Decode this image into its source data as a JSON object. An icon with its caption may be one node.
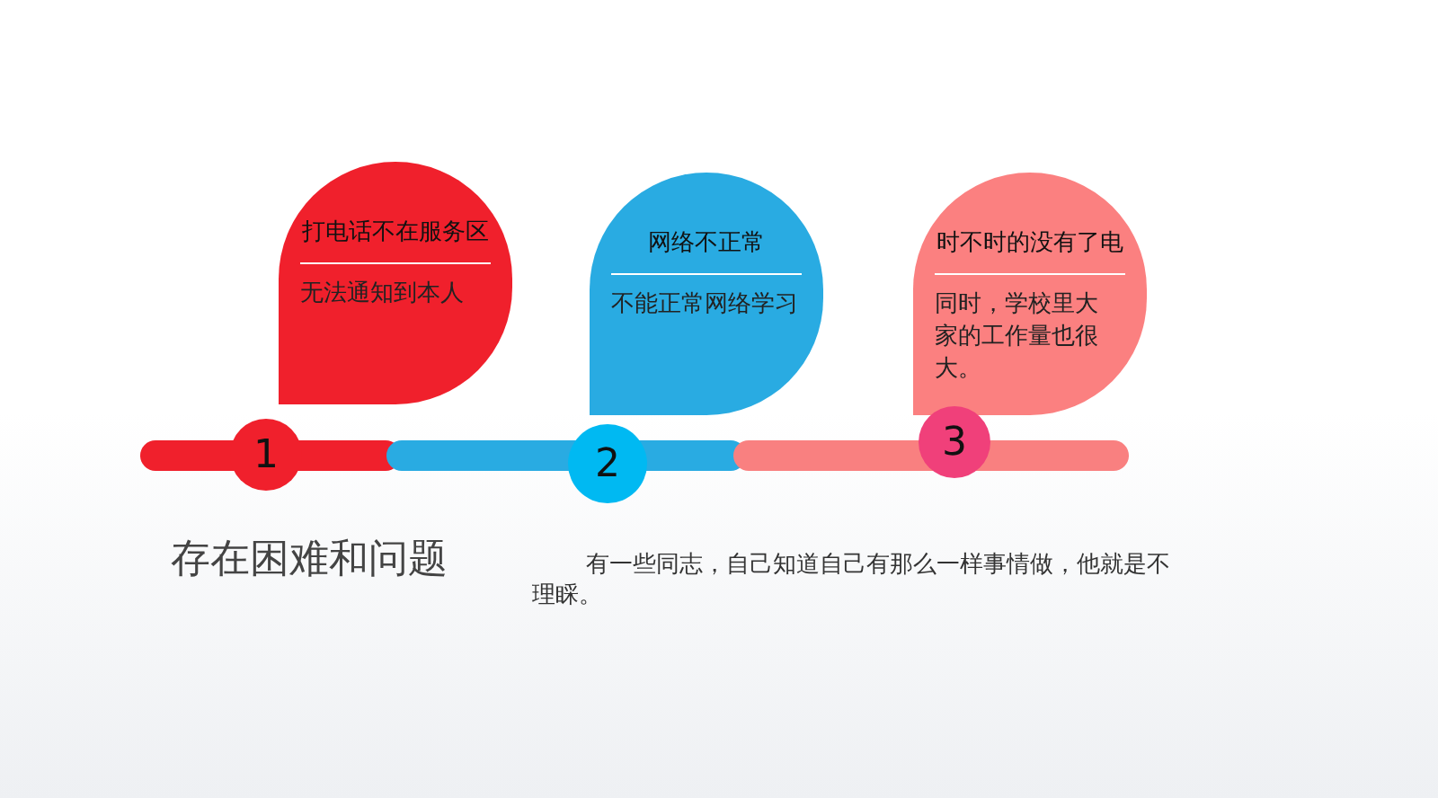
{
  "diagram": {
    "title": "存在困难和问题",
    "nodes": [
      {
        "text": [
          "打电话不在服务区",
          "无法通知到本人"
        ]
      },
      {
        "text": [
          "网络不正常",
          "不能正常网络学习"
        ]
      },
      {
        "text": [
          "时不时的没有了电",
          "同时，学校里大家的工作量也很大。"
        ]
      },
      {
        "text": [
          "1"
        ]
      },
      {
        "text": [
          "2"
        ]
      },
      {
        "text": [
          "3"
        ]
      }
    ],
    "labels": [
      "有一些同志，自己知道自己有那么一样事情做，他就是不理睬。"
    ]
  }
}
